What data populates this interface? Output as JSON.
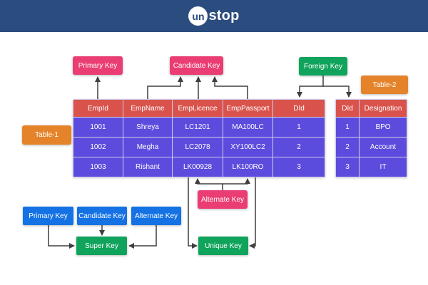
{
  "colors": {
    "navy": "#2b4c7e",
    "pink": "#ea3d73",
    "green": "#10a35c",
    "blue": "#1472e4",
    "orange": "#e5832a",
    "thead": "#d9534c",
    "trow": "#5c4cde",
    "line": "#3f3f3f",
    "grid": "#cfccec"
  },
  "topbar": {
    "logo_un": "un",
    "logo_stop": "stop"
  },
  "labels": {
    "primary_key_top": "Primary Key",
    "candidate_key_top": "Candidate Key",
    "foreign_key": "Foreign Key",
    "table2": "Table-2",
    "table1": "Table-1",
    "alternate_key_mid": "Alternate Key",
    "primary_key_blue": "Primary Key",
    "candidate_key_blue": "Candidate Key",
    "alternate_key_blue": "Alternate Key",
    "super_key": "Super Key",
    "unique_key": "Unique Key"
  },
  "table1": {
    "headers": [
      "EmpId",
      "EmpName",
      "EmpLicence",
      "EmpPassport",
      "DId"
    ],
    "rows": [
      [
        "1001",
        "Shreya",
        "LC1201",
        "MA100LC",
        "1"
      ],
      [
        "1002",
        "Megha",
        "LC2078",
        "XY100LC2",
        "2"
      ],
      [
        "1003",
        "Rishant",
        "LK00928",
        "LK100RO",
        "3"
      ]
    ]
  },
  "table2": {
    "headers": [
      "DId",
      "Designation"
    ],
    "rows": [
      [
        "1",
        "BPO"
      ],
      [
        "2",
        "Account"
      ],
      [
        "3",
        "IT"
      ]
    ]
  }
}
